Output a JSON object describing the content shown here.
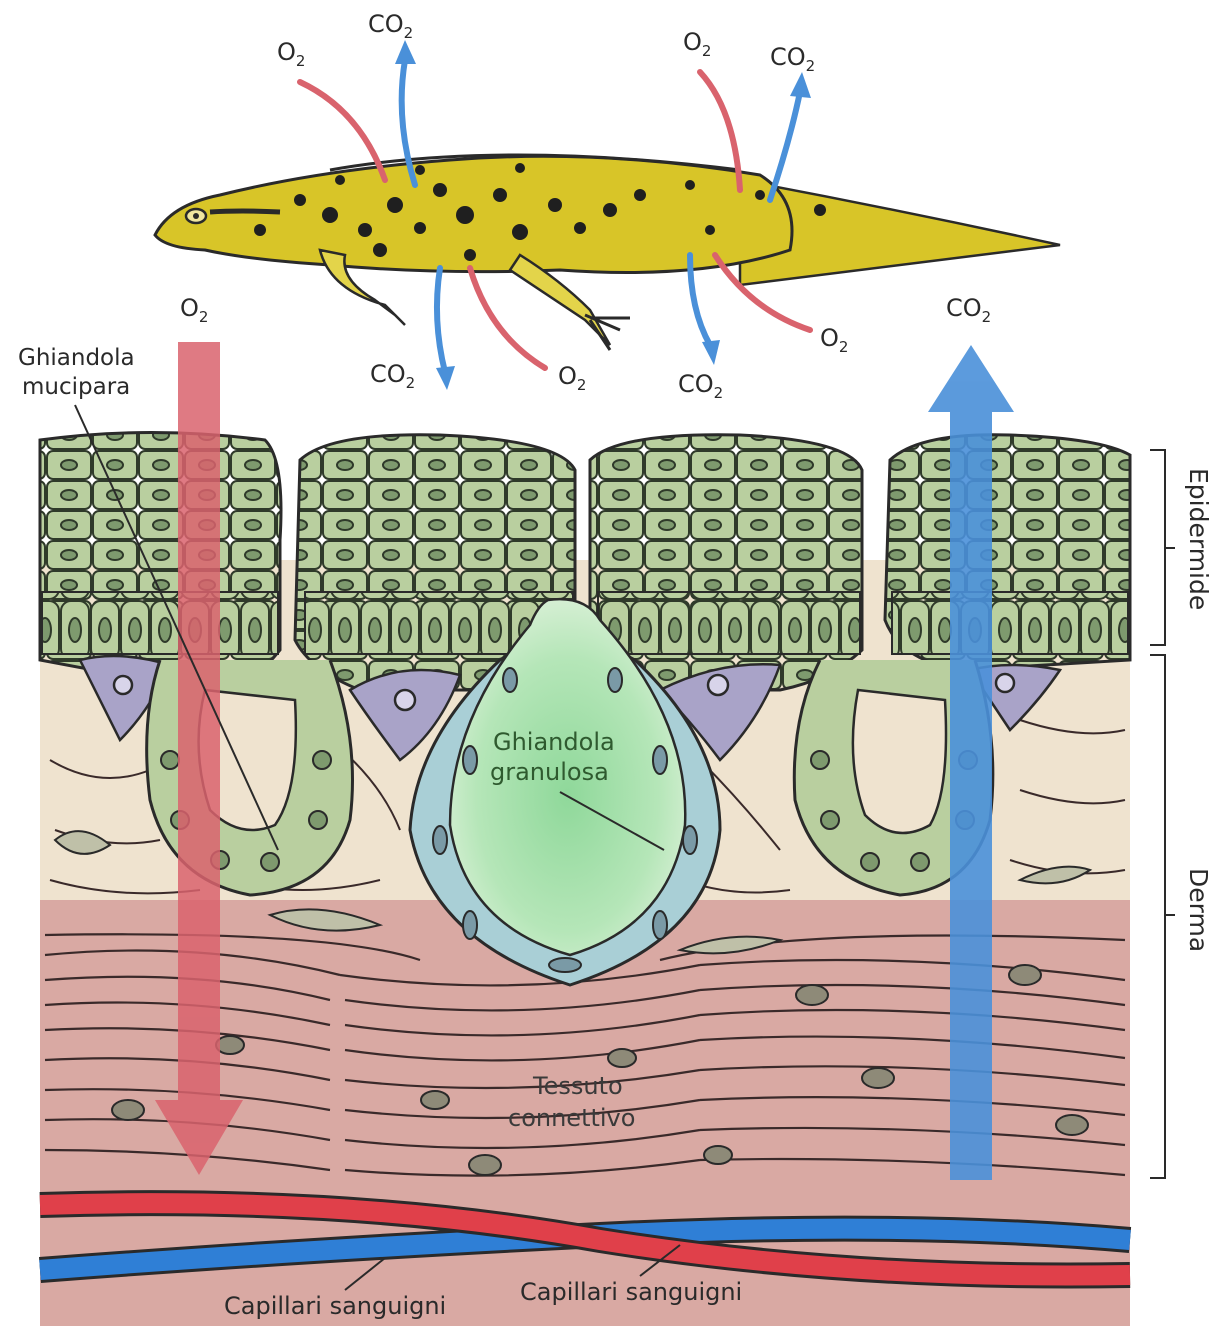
{
  "labels": {
    "o2": "O",
    "co2": "CO",
    "sub2": "2",
    "mucous_gland_line1": "Ghiandola",
    "mucous_gland_line2": "mucipara",
    "granular_gland_line1": "Ghiandola",
    "granular_gland_line2": "granulosa",
    "connective_line1": "Tessuto",
    "connective_line2": "connettivo",
    "epidermis": "Epidermide",
    "dermis": "Derma",
    "capillaries_left": "Capillari sanguigni",
    "capillaries_right": "Capillari sanguigni"
  },
  "colors": {
    "o2_arrow": "#d9636d",
    "co2_arrow": "#4a90d9",
    "newt_body": "#d8c528",
    "epidermis_cells": "#b9cf9f",
    "dermis_upper": "#efe3cf",
    "dermis_lower": "#d9a9a3",
    "granular_gland_fill": "#8fd89a",
    "capillary_red": "#e0404a",
    "capillary_blue": "#2f7fd6"
  },
  "icons": {
    "newt": "newt-illustration"
  }
}
